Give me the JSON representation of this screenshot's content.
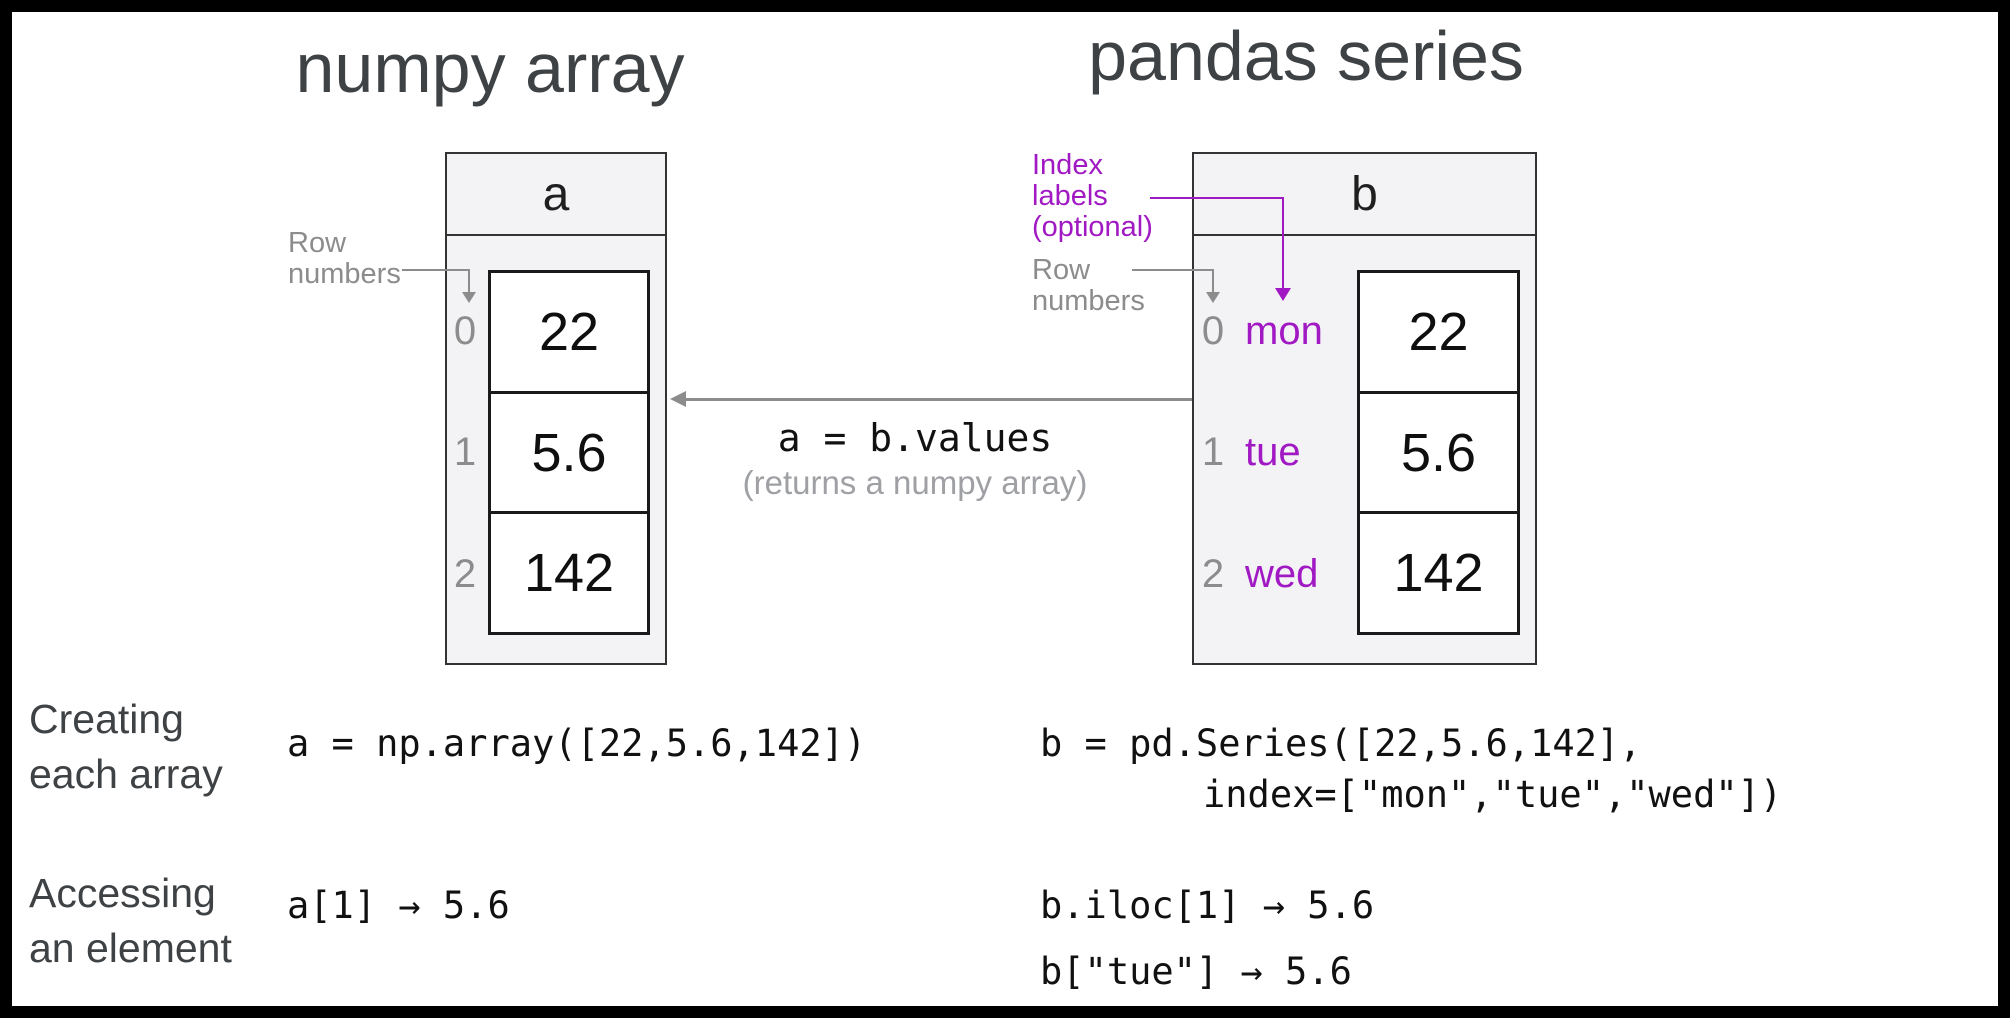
{
  "titles": {
    "left": "numpy array",
    "right": "pandas series"
  },
  "numpy_box": {
    "header": "a",
    "rows": [
      {
        "num": "0",
        "value": "22"
      },
      {
        "num": "1",
        "value": "5.6"
      },
      {
        "num": "2",
        "value": "142"
      }
    ]
  },
  "pandas_box": {
    "header": "b",
    "rows": [
      {
        "num": "0",
        "label": "mon",
        "value": "22"
      },
      {
        "num": "1",
        "label": "tue",
        "value": "5.6"
      },
      {
        "num": "2",
        "label": "wed",
        "value": "142"
      }
    ]
  },
  "annotations": {
    "row_numbers_left": {
      "line1": "Row",
      "line2": "numbers"
    },
    "row_numbers_right": {
      "line1": "Row",
      "line2": "numbers"
    },
    "index_labels": {
      "line1": "Index",
      "line2": "labels",
      "line3": "(optional)"
    },
    "conversion": {
      "code": "a = b.values",
      "note": "(returns a numpy array)"
    }
  },
  "bottom": {
    "creating": {
      "label": {
        "line1": "Creating",
        "line2": "each array"
      },
      "numpy_code": "a = np.array([22,5.6,142])",
      "pandas_code_line1": "b = pd.Series([22,5.6,142],",
      "pandas_code_line2": "index=[\"mon\",\"tue\",\"wed\"])"
    },
    "accessing": {
      "label": {
        "line1": "Accessing",
        "line2": "an element"
      },
      "numpy_code": "a[1] → 5.6",
      "pandas_code_line1": "b.iloc[1] → 5.6",
      "pandas_code_line2": "b[\"tue\"] → 5.6"
    }
  },
  "colors": {
    "magenta": "#a019c3",
    "gray": "#8c8c8c",
    "note_gray": "#9ea0a4",
    "title_gray": "#3f4245",
    "box_fill": "#f3f3f5",
    "box_border": "#333333",
    "cell_border": "#1a1a1a",
    "frame": "#000000"
  }
}
